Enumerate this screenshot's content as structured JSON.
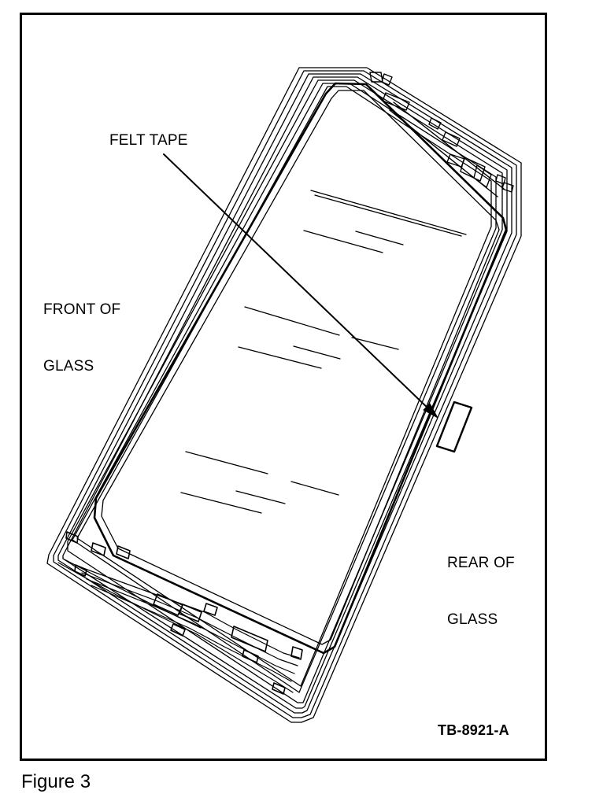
{
  "figure": {
    "labels": {
      "felt_tape": "FELT TAPE",
      "front_of_glass_line1": "FRONT OF",
      "front_of_glass_line2": "GLASS",
      "rear_of_glass_line1": "REAR OF",
      "rear_of_glass_line2": "GLASS",
      "code": "TB-8921-A"
    },
    "caption": "Figure 3"
  }
}
